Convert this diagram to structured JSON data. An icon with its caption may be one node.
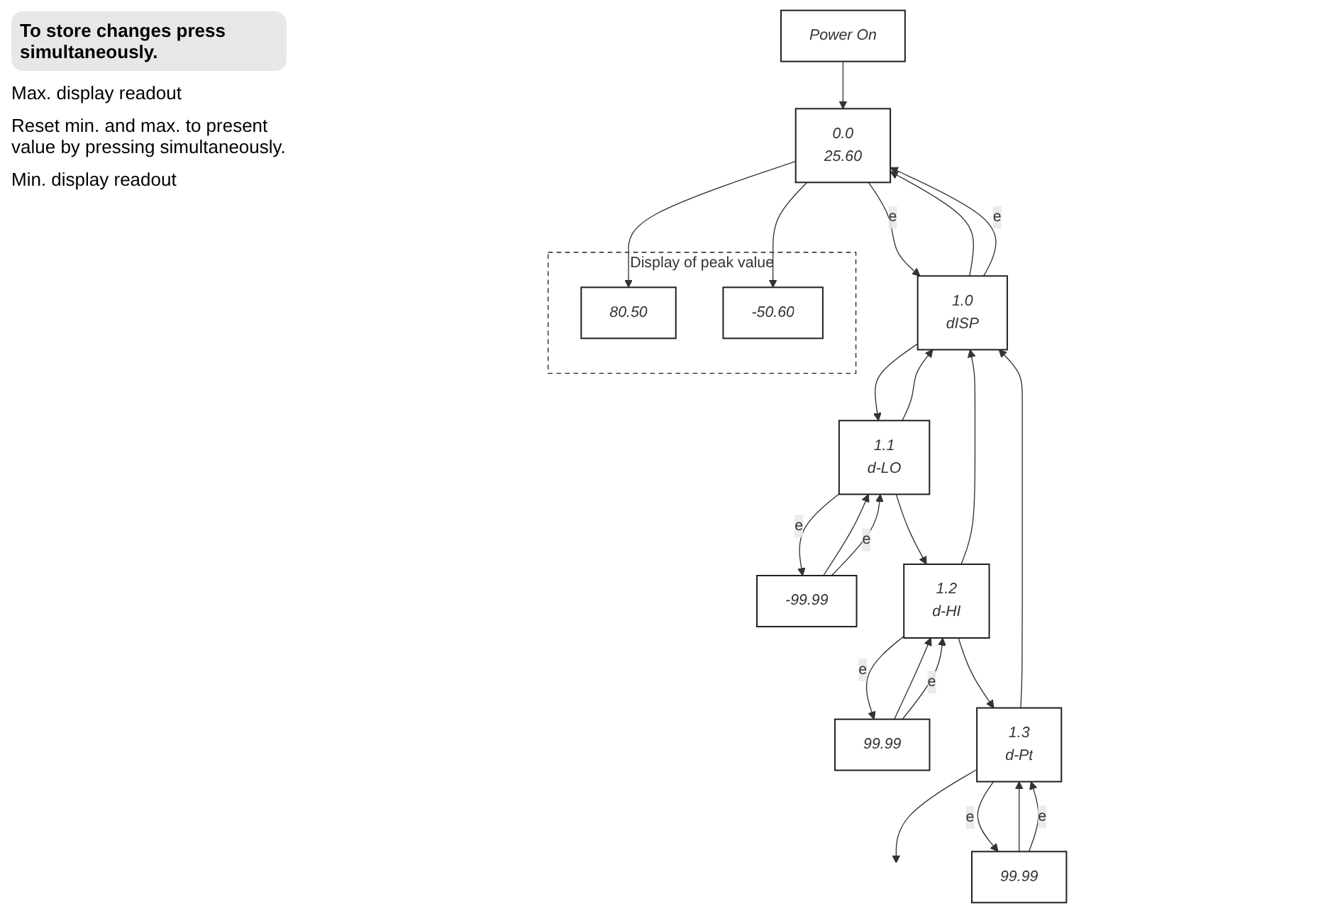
{
  "diagram": {
    "nodes": [
      {
        "text": [
          "Power On"
        ]
      },
      {
        "text": [
          "Display of peak value"
        ]
      },
      {
        "text": [
          "80.50"
        ],
        "in": 1
      },
      {
        "text": [
          "-50.60"
        ],
        "in": 1
      },
      {
        "text": [
          "0.0",
          "25.60"
        ]
      },
      {
        "text": [
          "1.0",
          "dISP"
        ]
      },
      {
        "text": [
          "1.1",
          "d-LO"
        ]
      },
      {
        "text": [
          "-99.99"
        ]
      },
      {
        "text": [
          "1.2",
          "d-HI"
        ]
      },
      {
        "text": [
          "99.99"
        ]
      },
      {
        "text": [
          "1.3",
          "d-Pt"
        ]
      },
      {
        "text": [
          "99.99"
        ]
      }
    ],
    "edges": [
      {
        "from": 0,
        "to": 4,
        "arrow": "to"
      },
      {
        "from": 4,
        "to": 2,
        "arrow": "to"
      },
      {
        "from": 4,
        "to": 3,
        "arrow": "to"
      },
      {
        "from": 4,
        "to": 5,
        "arrow": "to",
        "label": "e"
      },
      {
        "from": 5,
        "to": 4,
        "arrow": "to"
      },
      {
        "from": 5,
        "to": 4,
        "arrow": "to",
        "label": "e"
      },
      {
        "from": 5,
        "to": 6,
        "arrow": "to"
      },
      {
        "from": 6,
        "to": 8,
        "arrow": "to"
      },
      {
        "from": 8,
        "to": 10,
        "arrow": "to"
      },
      {
        "from": 10,
        "to": null,
        "arrow": "to"
      },
      {
        "from": 6,
        "to": 5,
        "arrow": "to"
      },
      {
        "from": 8,
        "to": 5,
        "arrow": "to"
      },
      {
        "from": 10,
        "to": 5,
        "arrow": "to"
      },
      {
        "from": 6,
        "to": 7,
        "arrow": "to",
        "label": "e"
      },
      {
        "from": 7,
        "to": 6,
        "arrow": "to"
      },
      {
        "from": 7,
        "to": 6,
        "arrow": "to",
        "label": "e"
      },
      {
        "from": 8,
        "to": 9,
        "arrow": "to",
        "label": "e"
      },
      {
        "from": 9,
        "to": 8,
        "arrow": "to"
      },
      {
        "from": 9,
        "to": 8,
        "arrow": "to",
        "label": "e"
      },
      {
        "from": 10,
        "to": 11,
        "arrow": "to",
        "label": "e"
      },
      {
        "from": 11,
        "to": 10,
        "arrow": "to"
      },
      {
        "from": 11,
        "to": 10,
        "arrow": "to",
        "label": "e"
      }
    ],
    "labels": [
      "To store changes press simultaneously.",
      "Max. display readout",
      "Reset min. and max. to present value by pressing simultaneously.",
      "Min. display readout"
    ]
  }
}
